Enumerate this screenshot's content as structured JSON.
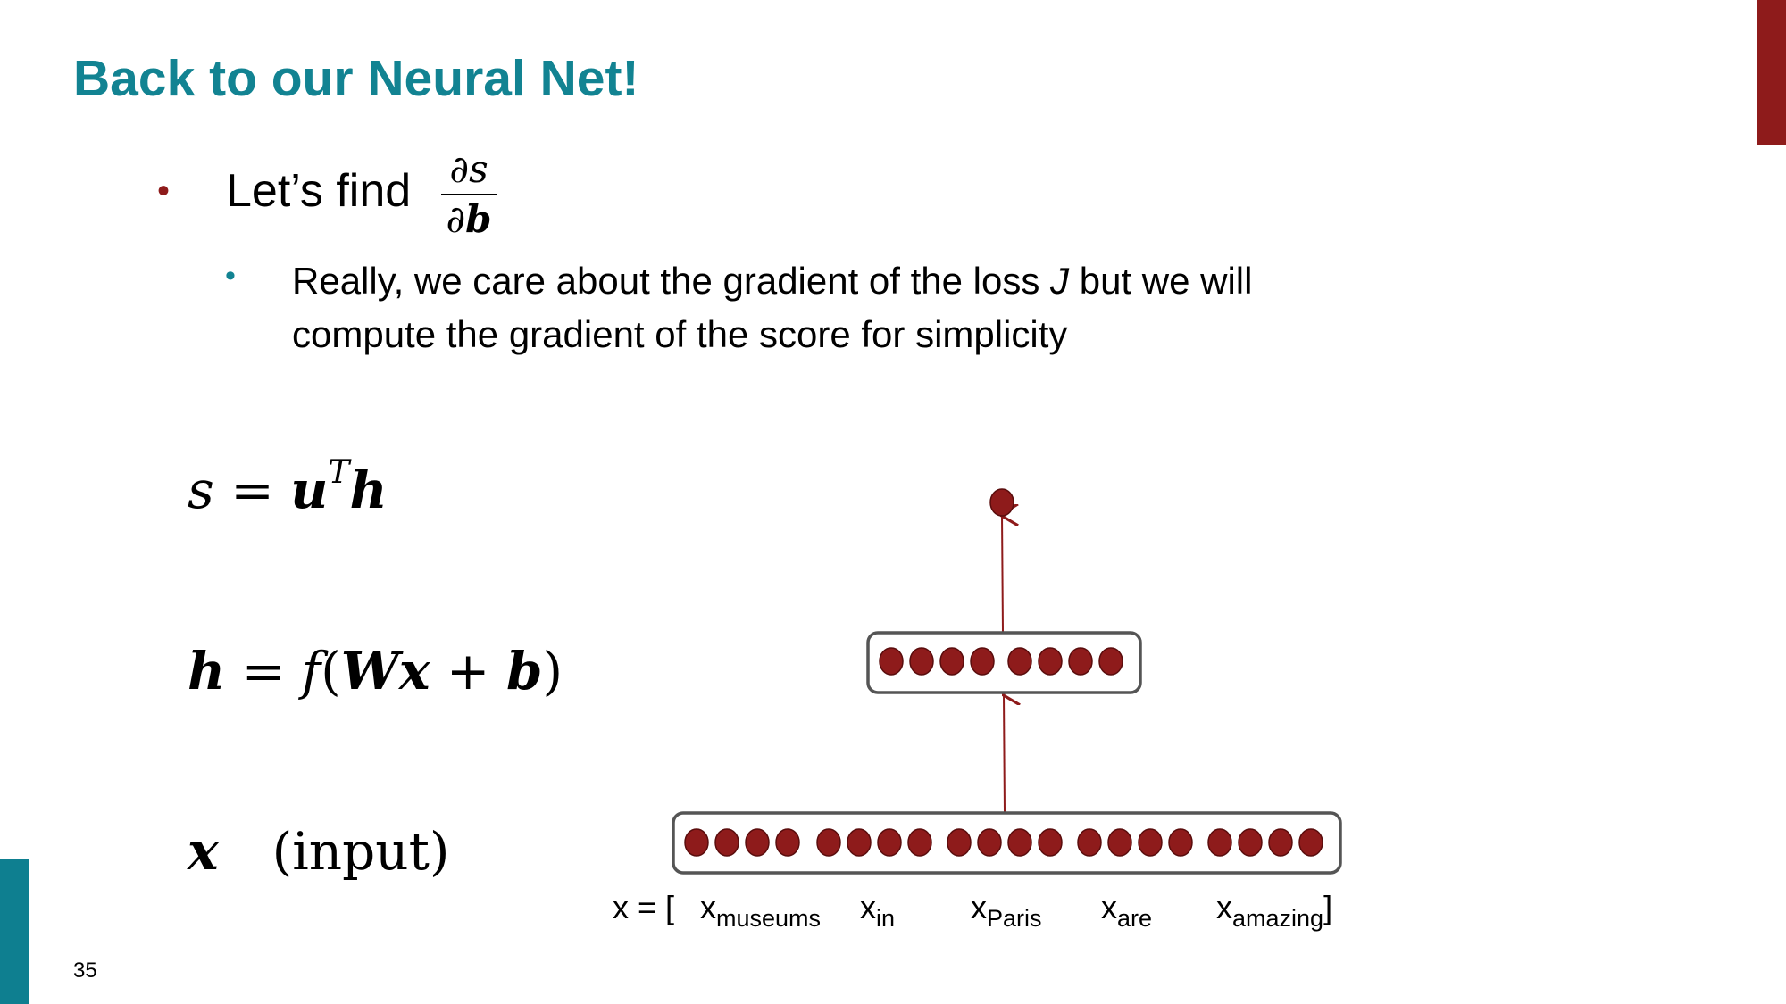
{
  "slide": {
    "title": "Back to our Neural Net!",
    "bullet1": "Let’s find",
    "fraction": {
      "numerator": "∂s",
      "denominator_partial": "∂",
      "denominator_var": "b"
    },
    "bullet2_part1": "Really, we care about the gradient of the loss ",
    "bullet2_j": "J",
    "bullet2_part2": " but we will compute the gradient of the score for simplicity",
    "page_number": "35"
  },
  "equations": {
    "eq1": {
      "s": "s",
      "eq": " = ",
      "u": "u",
      "T": "T",
      "h": "h"
    },
    "eq2": {
      "h": "h",
      "eq": " = ",
      "f": "f",
      "open": "(",
      "W": "W",
      "x": "x",
      "plus": " + ",
      "b": "b",
      "close": ")"
    },
    "eq3": {
      "x": "x",
      "input": "(input)"
    }
  },
  "input_labels": {
    "prefix": "x  = [",
    "x": "x",
    "words": [
      "museums",
      "in",
      "Paris",
      "are",
      "amazing"
    ],
    "close": "]"
  },
  "colors": {
    "title": "#128392",
    "neuron": "#8e1b1b",
    "accent_red": "#8e1b1b",
    "accent_teal": "#0e7f90"
  }
}
